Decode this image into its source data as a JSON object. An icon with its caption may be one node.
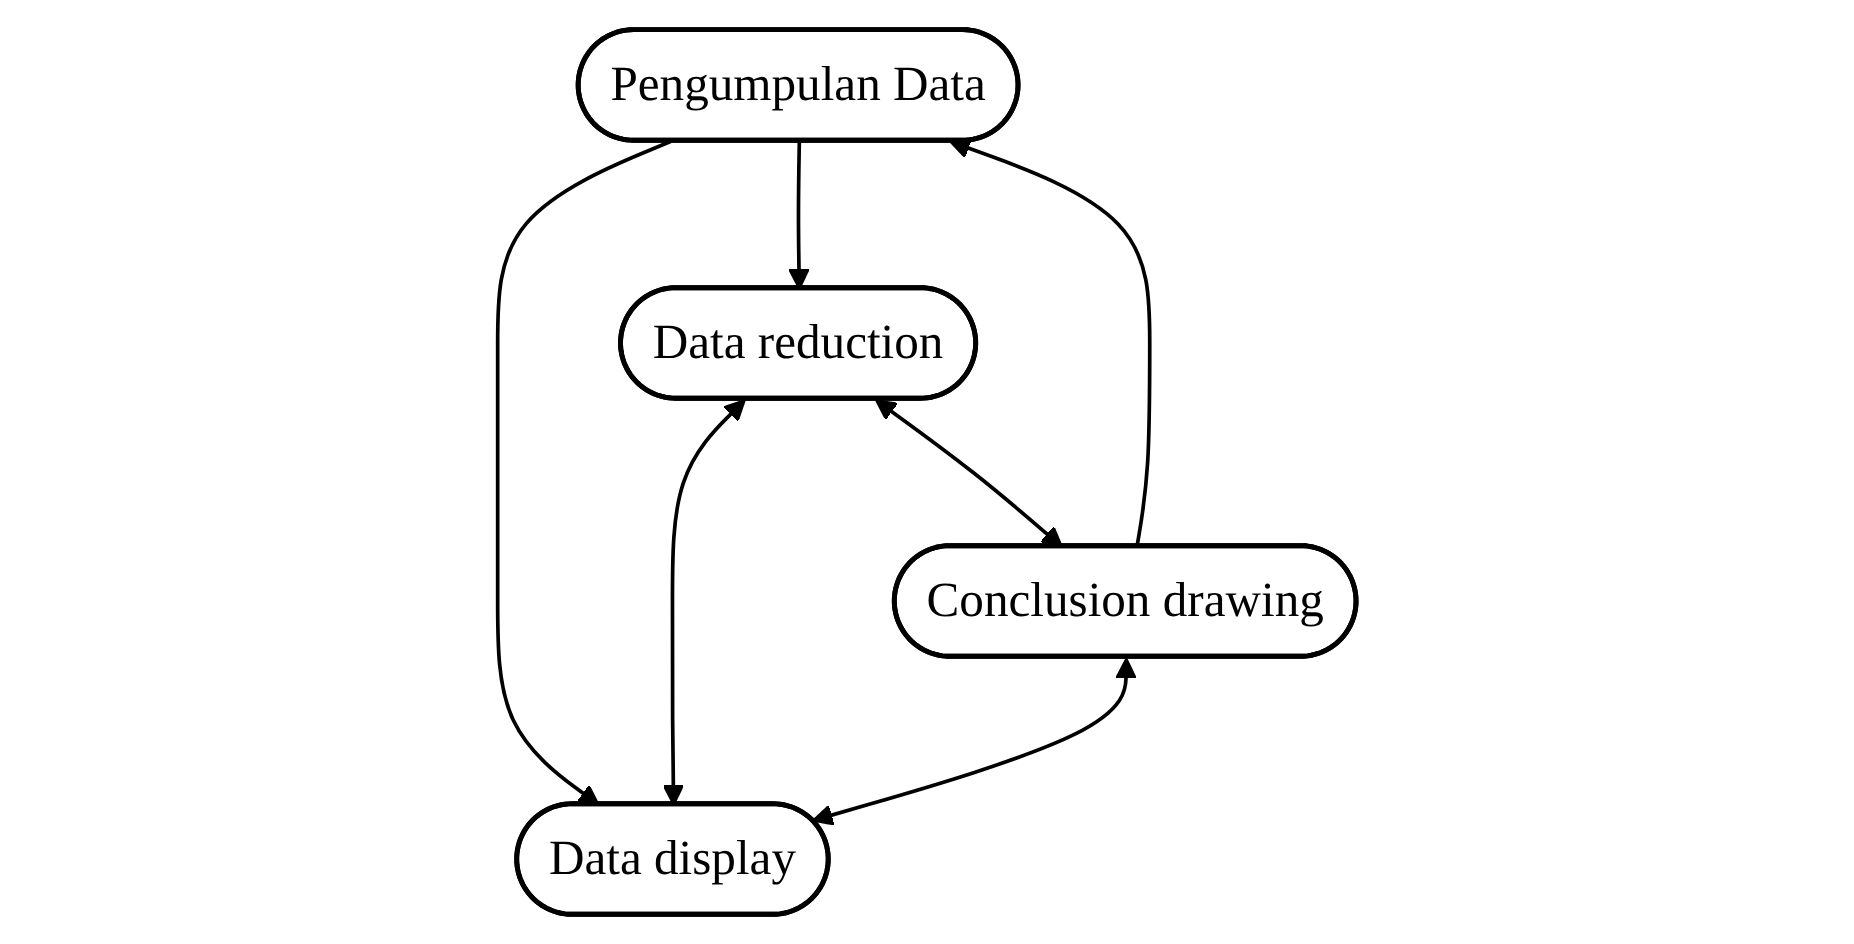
{
  "diagram": {
    "nodes": [
      {
        "text": [
          "Pengumpulan Data"
        ]
      },
      {
        "text": [
          "Data reduction"
        ]
      },
      {
        "text": [
          "Data display"
        ]
      },
      {
        "text": [
          "Conclusion drawing"
        ]
      }
    ],
    "edges": [
      {
        "from": 0,
        "to": 1,
        "arrow": "to"
      },
      {
        "from": 0,
        "to": 2,
        "arrow": "to"
      },
      {
        "from": 1,
        "to": 2,
        "arrow": "both"
      },
      {
        "from": 1,
        "to": 3,
        "arrow": "both"
      },
      {
        "from": 3,
        "to": 2,
        "arrow": "both"
      },
      {
        "from": 3,
        "to": 0,
        "arrow": "to"
      }
    ]
  }
}
